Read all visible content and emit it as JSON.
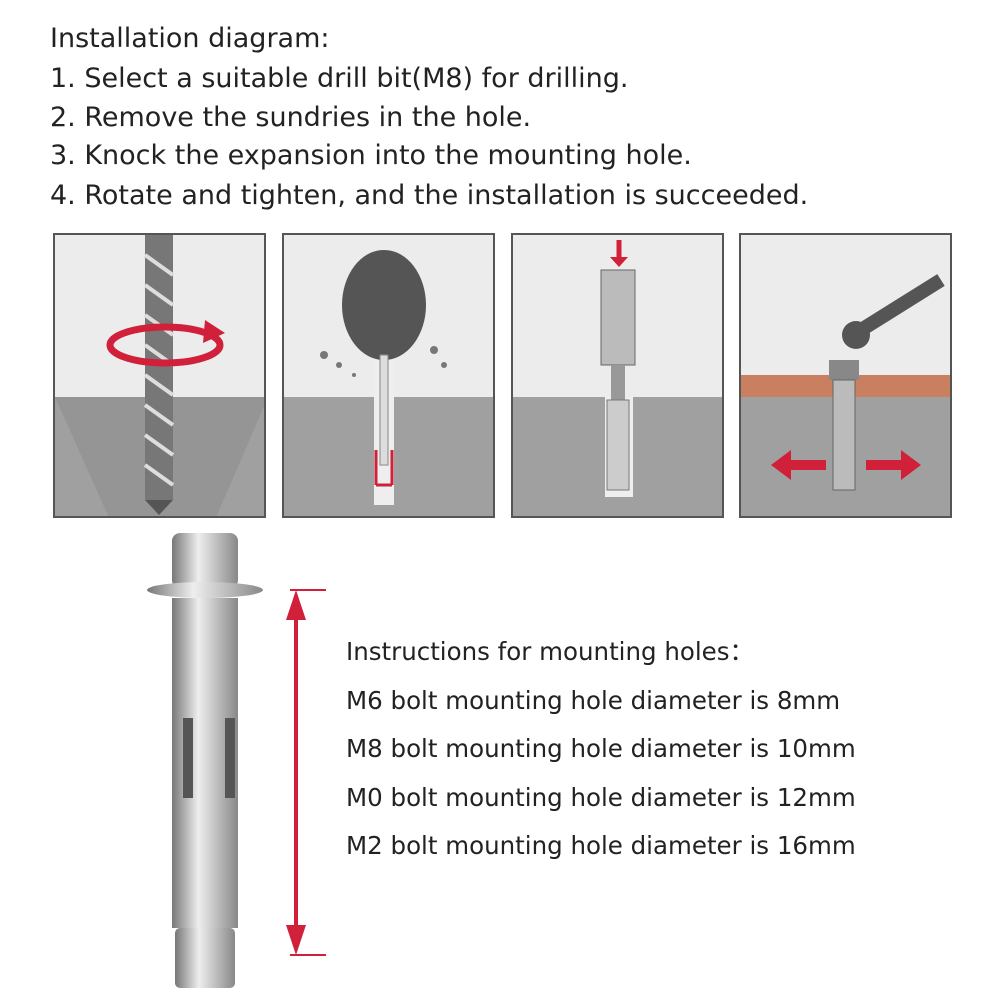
{
  "installation": {
    "title": "Installation diagram:",
    "steps": [
      "1. Select a suitable drill bit(M8) for drilling.",
      "2. Remove the sundries in the hole.",
      "3. Knock the expansion into the mounting hole.",
      "4. Rotate and tighten, and the installation is succeeded."
    ]
  },
  "panels": [
    {
      "icon": "drill-bit-icon"
    },
    {
      "icon": "blower-icon"
    },
    {
      "icon": "hammer-in-icon"
    },
    {
      "icon": "wrench-tighten-icon"
    }
  ],
  "mounting": {
    "title": "Instructions for mounting holes：",
    "lines": [
      "M6 bolt mounting hole diameter is 8mm",
      "M8 bolt mounting hole diameter is 10mm",
      "M0 bolt mounting hole diameter is 12mm",
      "M2 bolt mounting hole diameter is 16mm"
    ]
  },
  "colors": {
    "accent": "#d0203a",
    "concrete": "#9a9a9a",
    "wood": "#c98060"
  }
}
